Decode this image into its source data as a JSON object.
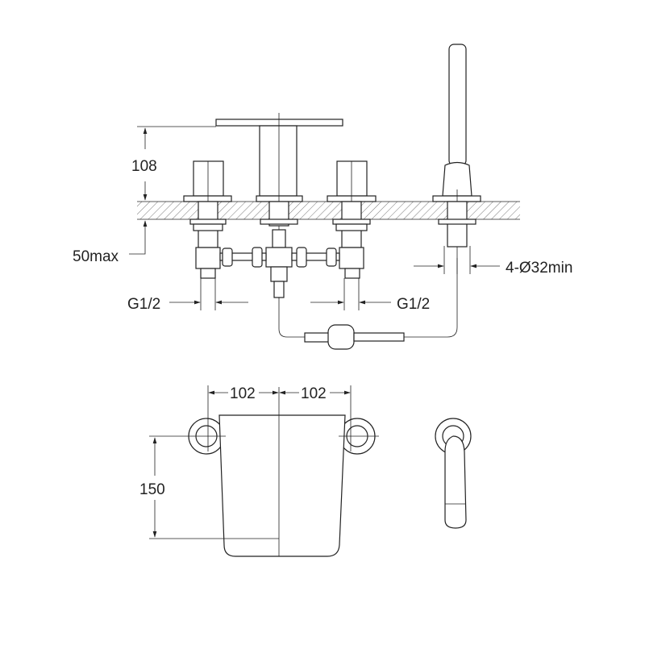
{
  "title": "Four-hole deck-mounted bath mixer with hand shower – dimension drawing",
  "dimensions": {
    "spout_height": "108",
    "deck_thickness": "50max",
    "hole_diameter": "4-Ø32min",
    "inlet_left": "G1/2",
    "inlet_right": "G1/2",
    "spacing_left": "102",
    "spacing_right": "102",
    "spout_projection": "150"
  },
  "colors": {
    "line": "#222222",
    "background": "#ffffff"
  }
}
